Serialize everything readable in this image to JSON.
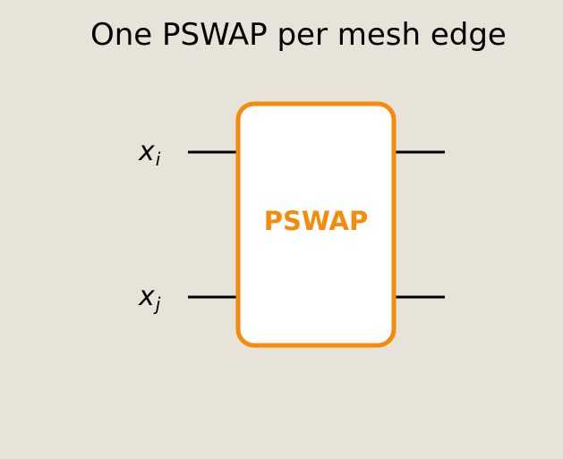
{
  "title": "One PSWAP per mesh edge",
  "inputs": [
    {
      "symbol": "x",
      "subscript": "i"
    },
    {
      "symbol": "x",
      "subscript": "j"
    }
  ],
  "gate": {
    "label": "PSWAP",
    "border_color": "#f58a0b",
    "fill_color": "#ffffff",
    "label_color": "#f58a0b"
  },
  "colors": {
    "background": "#e8e3d9",
    "wire": "#000000"
  }
}
